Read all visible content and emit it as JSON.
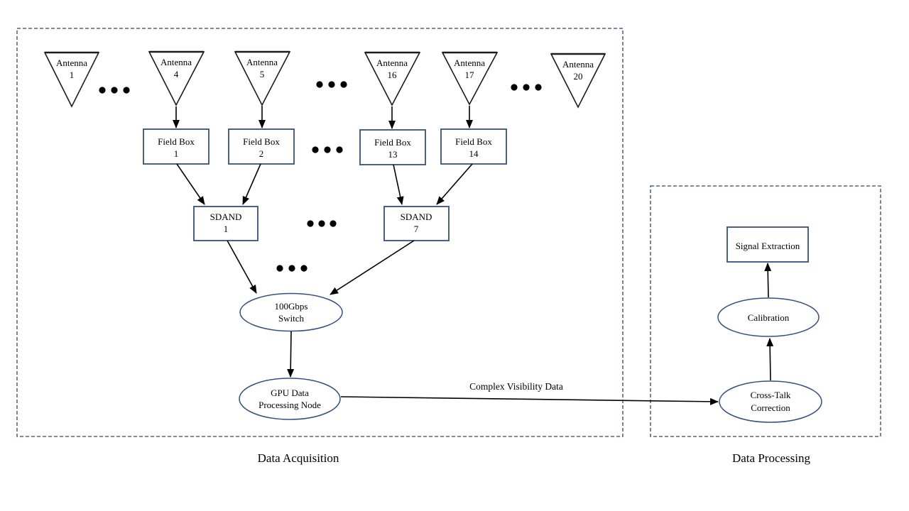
{
  "sections": {
    "acquisition": {
      "label": "Data Acquisition"
    },
    "processing": {
      "label": "Data Processing"
    }
  },
  "nodes": {
    "antenna1": {
      "line1": "Antenna",
      "line2": "1"
    },
    "antenna4": {
      "line1": "Antenna",
      "line2": "4"
    },
    "antenna5": {
      "line1": "Antenna",
      "line2": "5"
    },
    "antenna16": {
      "line1": "Antenna",
      "line2": "16"
    },
    "antenna17": {
      "line1": "Antenna",
      "line2": "17"
    },
    "antenna20": {
      "line1": "Antenna",
      "line2": "20"
    },
    "fieldbox1": {
      "line1": "Field Box",
      "line2": "1"
    },
    "fieldbox2": {
      "line1": "Field Box",
      "line2": "2"
    },
    "fieldbox13": {
      "line1": "Field Box",
      "line2": "13"
    },
    "fieldbox14": {
      "line1": "Field Box",
      "line2": "14"
    },
    "sdand1": {
      "line1": "SDAND",
      "line2": "1"
    },
    "sdand7": {
      "line1": "SDAND",
      "line2": "7"
    },
    "switch": {
      "line1": "100Gbps",
      "line2": "Switch"
    },
    "gpu": {
      "line1": "GPU Data",
      "line2": "Processing Node"
    },
    "crosstalk": {
      "line1": "Cross-Talk",
      "line2": "Correction"
    },
    "calibration": {
      "label": "Calibration"
    },
    "signal_extraction": {
      "label": "Signal Extraction"
    }
  },
  "edges": {
    "visibility_label": "Complex Visibility Data"
  },
  "colors": {
    "container_border": "#2f4369",
    "node_border": "#35507e",
    "antenna_border": "#1c1c1c",
    "arrow": "#000000",
    "text": "#000000",
    "background": "#ffffff"
  }
}
